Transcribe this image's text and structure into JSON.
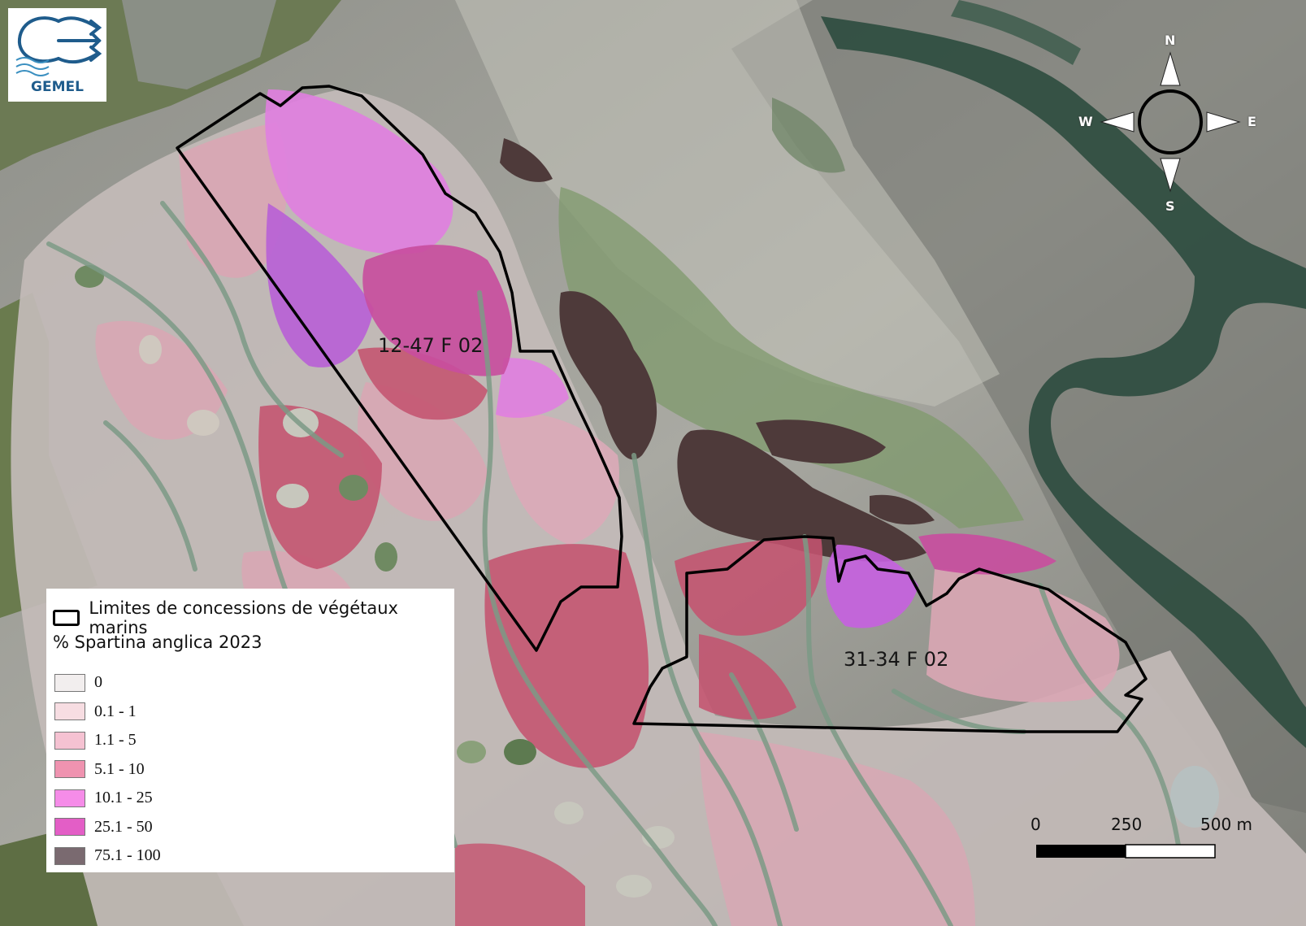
{
  "map": {
    "background": "#9a9a92",
    "colors": {
      "mudflat_light": "#b5b4ac",
      "mudflat_dark": "#6b6c66",
      "channel": "#2f4d40",
      "vegetation": "#7f9a6c",
      "concession_outline": "#000000"
    }
  },
  "logo": {
    "text": "GEMEL",
    "icon": "wave-arrows-icon",
    "color": "#1f5c8c"
  },
  "concessions": [
    {
      "label": "12-47 F 02"
    },
    {
      "label": "31-34 F 02"
    }
  ],
  "compass": {
    "north": "N",
    "south": "S",
    "east": "E",
    "west": "W"
  },
  "scale_bar": {
    "labels": [
      "0",
      "250",
      "500 m"
    ]
  },
  "legend": {
    "concession_label": "Limites de concessions de végétaux marins",
    "title": "% Spartina anglica 2023",
    "classes": [
      {
        "label": "0",
        "color": "#f2eeee"
      },
      {
        "label": "0.1 - 1",
        "color": "#f7dde2"
      },
      {
        "label": "1.1 - 5",
        "color": "#f5c2d2"
      },
      {
        "label": "5.1 - 10",
        "color": "#ef93b0"
      },
      {
        "label": "10.1 - 25",
        "color": "#f58ce8"
      },
      {
        "label": "25.1 - 50",
        "color": "#e35ec6"
      },
      {
        "label": "75.1 - 100",
        "color": "#7a6a70"
      }
    ]
  }
}
